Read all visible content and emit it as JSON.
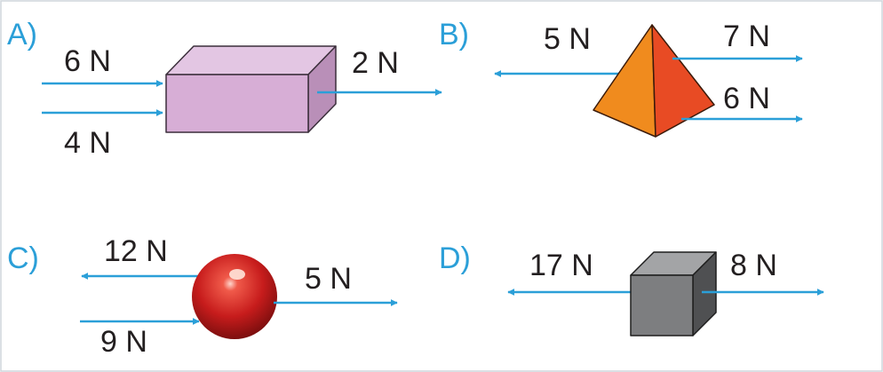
{
  "colors": {
    "label": "#2b9fd8",
    "arrow": "#2b9fd8",
    "text": "#231f20",
    "box_a": "#d7aed6",
    "pyramid_left": "#f08b1e",
    "pyramid_right": "#e84b24",
    "sphere": "#c71c1c",
    "cube_d": "#7d7e80"
  },
  "panels": {
    "a": {
      "label": "A)",
      "forces": [
        "6 N",
        "4 N",
        "2 N"
      ]
    },
    "b": {
      "label": "B)",
      "forces": [
        "5 N",
        "7 N",
        "6 N"
      ]
    },
    "c": {
      "label": "C)",
      "forces": [
        "12 N",
        "9 N",
        "5 N"
      ]
    },
    "d": {
      "label": "D)",
      "forces": [
        "17 N",
        "8 N"
      ]
    }
  }
}
